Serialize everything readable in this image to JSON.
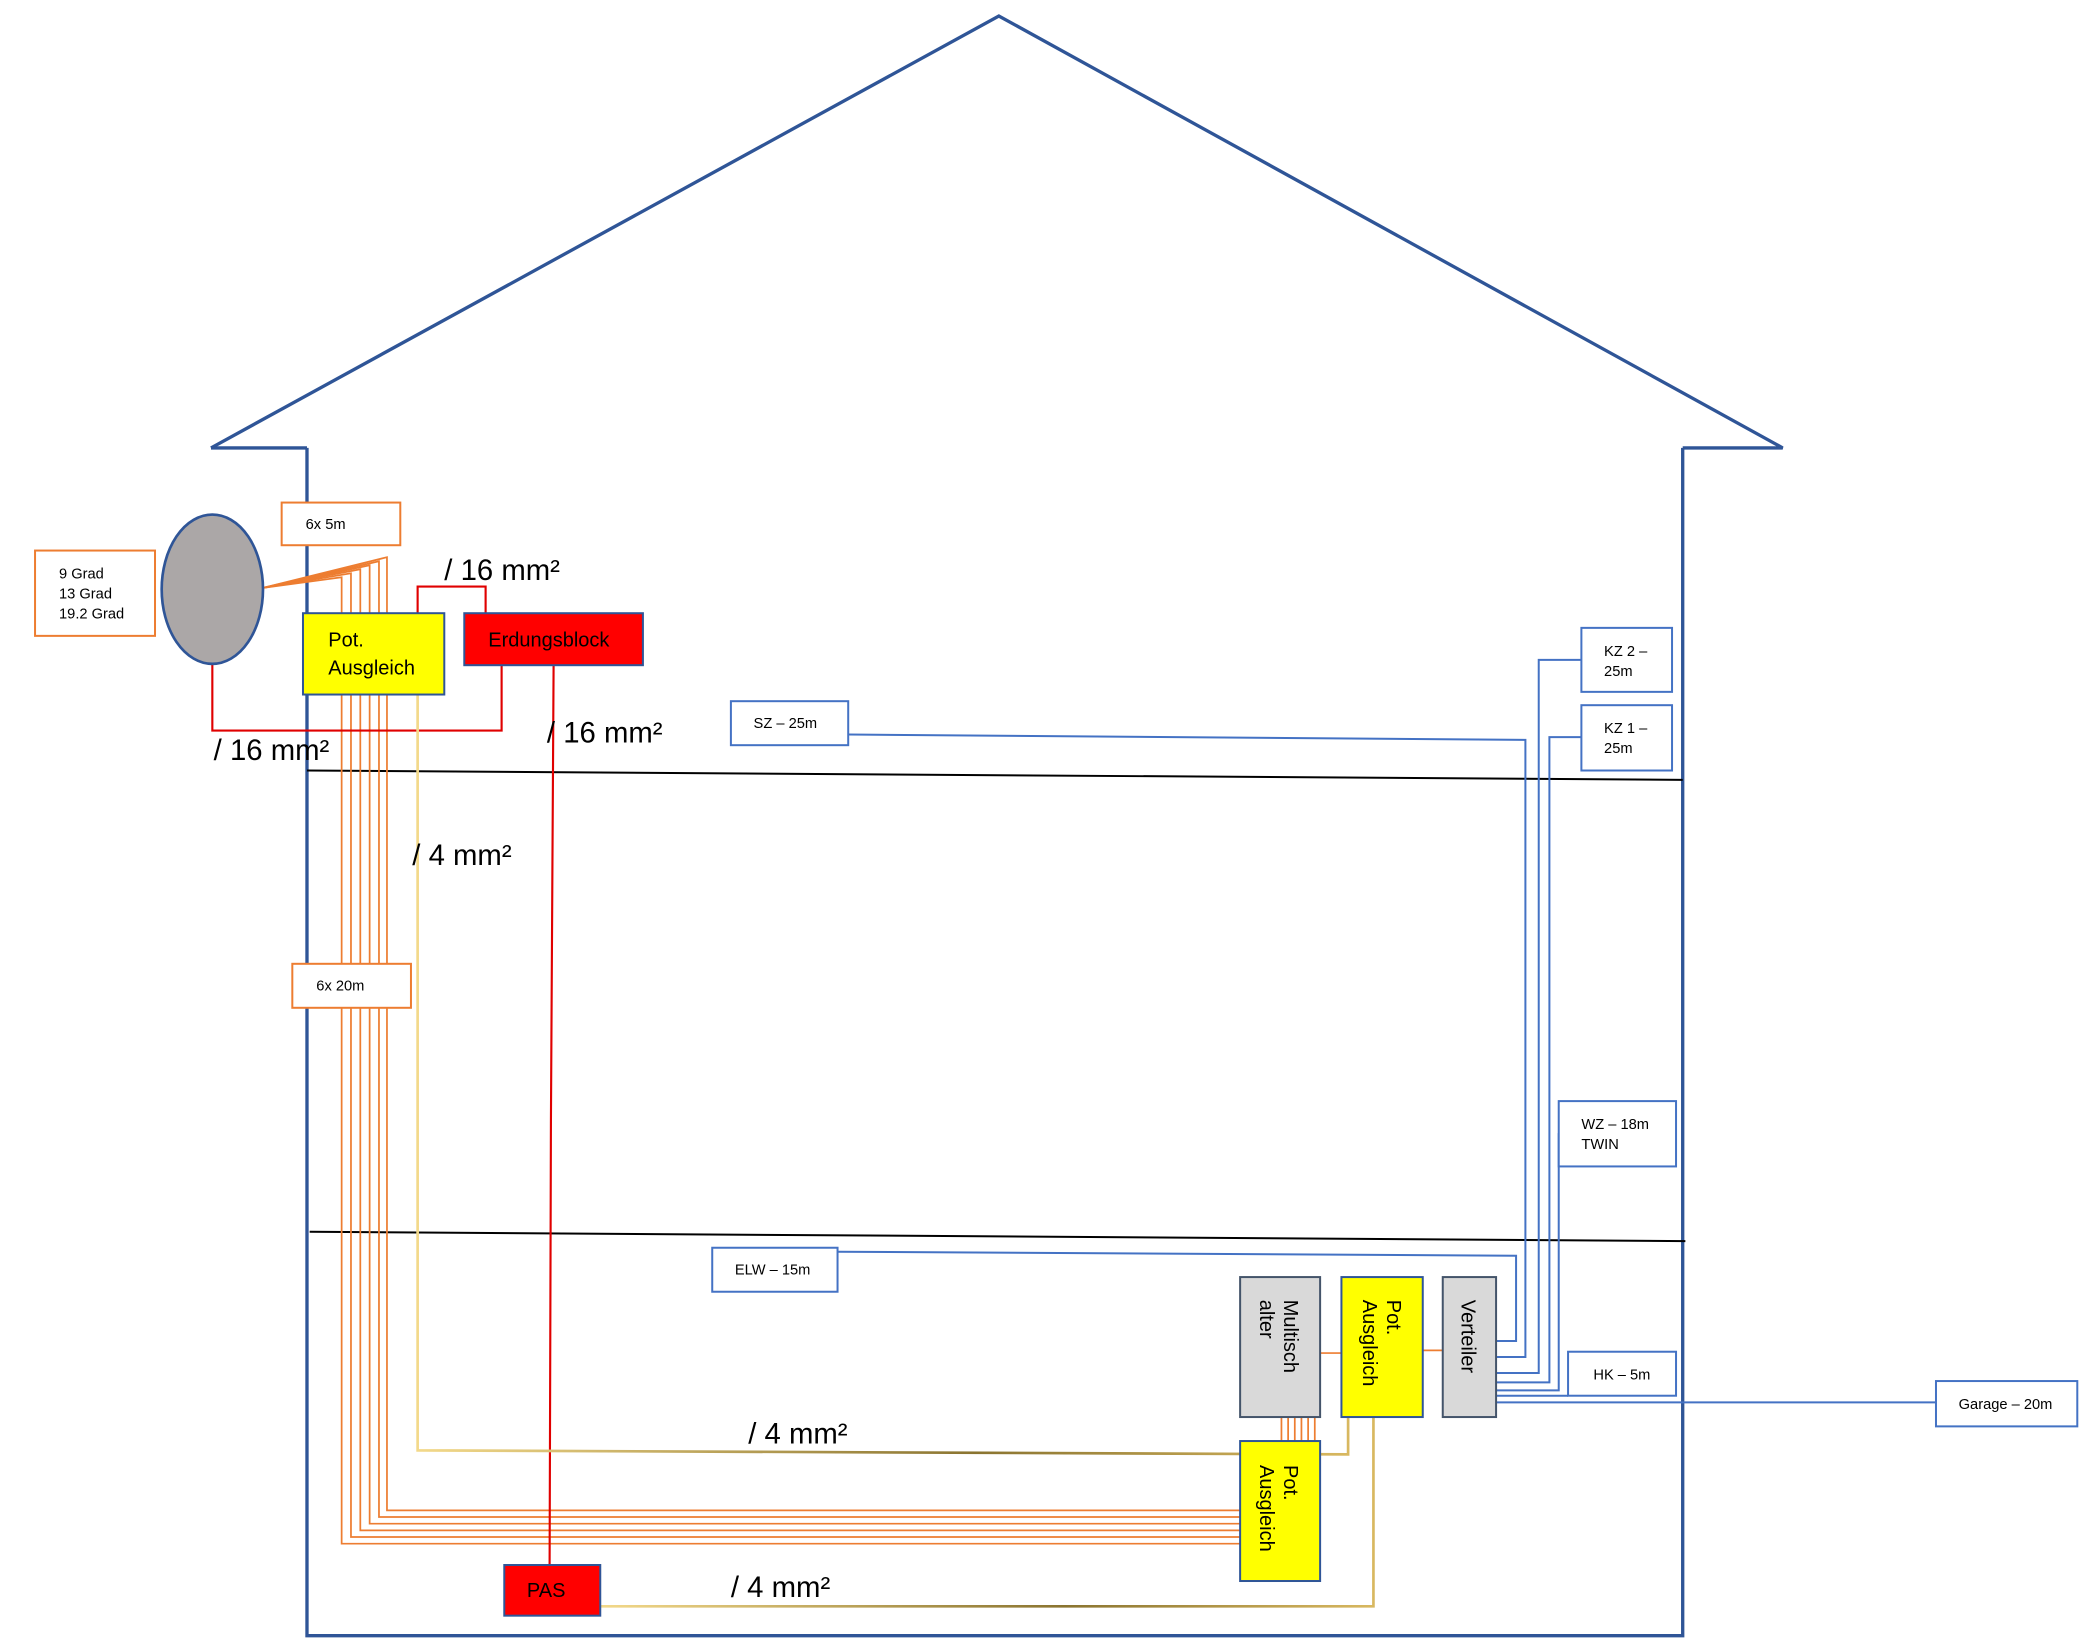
{
  "dish_angles": [
    "9 Grad",
    "13 Grad",
    "19.2 Grad"
  ],
  "cable_top": "6x 5m",
  "cable_long": "6x 20m",
  "pot_ausgleich_top": [
    "Pot.",
    "Ausgleich"
  ],
  "erdungsblock": "Erdungsblock",
  "cross_section_16": "/ 16 mm²",
  "cross_section_4": "/ 4 mm²",
  "pas": "PAS",
  "multischalter": [
    "Multisch",
    "alter"
  ],
  "pot_ausgleich_mid": [
    "Pot.",
    "Ausgleich"
  ],
  "pot_ausgleich_low": [
    "Pot.",
    "Ausgleich"
  ],
  "verteiler": "Verteiler",
  "rooms": {
    "sz": "SZ – 25m",
    "kz2": [
      "KZ 2 –",
      "25m"
    ],
    "kz1": [
      "KZ 1 –",
      "25m"
    ],
    "wz": [
      "WZ – 18m",
      "TWIN"
    ],
    "elw": "ELW – 15m",
    "hk": "HK – 5m",
    "garage": "Garage – 20m"
  },
  "colors": {
    "house": "#2f5597",
    "cable": "#ed7d31",
    "ground": "#ff0000",
    "pot": "#ffff00",
    "coax_out": "#4472c4"
  }
}
